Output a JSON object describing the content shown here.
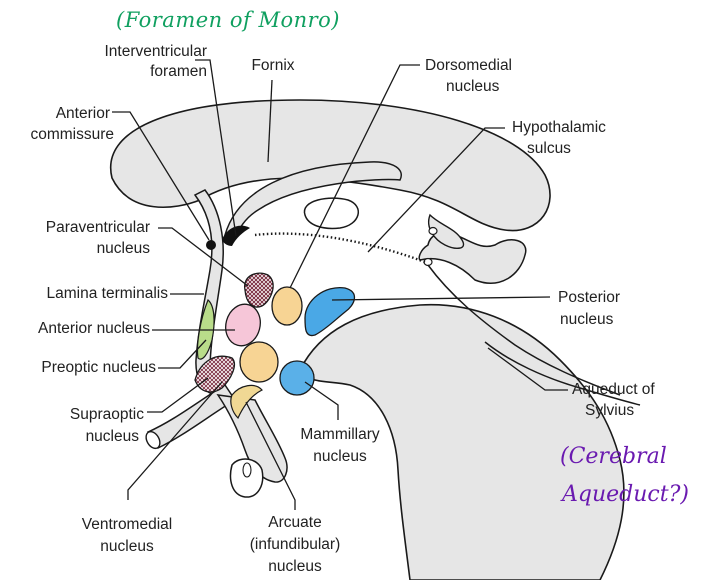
{
  "annotations": {
    "top_note": "(Foramen of Monro)",
    "right_note_line1": "(Cerebral",
    "right_note_line2": "Aqueduct?)"
  },
  "labels": {
    "interventricular_line1": "Interventricular",
    "interventricular_line2": "foramen",
    "fornix": "Fornix",
    "dorsomedial_line1": "Dorsomedial",
    "dorsomedial_line2": "nucleus",
    "anterior_commissure_line1": "Anterior",
    "anterior_commissure_line2": "commissure",
    "hypothalamic_sulcus_line1": "Hypothalamic",
    "hypothalamic_sulcus_line2": "sulcus",
    "paraventricular_line1": "Paraventricular",
    "paraventricular_line2": "nucleus",
    "lamina_terminalis": "Lamina terminalis",
    "anterior_nucleus": "Anterior nucleus",
    "preoptic_nucleus": "Preoptic nucleus",
    "supraoptic_line1": "Supraoptic",
    "supraoptic_line2": "nucleus",
    "posterior_line1": "Posterior",
    "posterior_line2": "nucleus",
    "aqueduct_line1": "Aqueduct of",
    "aqueduct_line2": "Sylvius",
    "mammillary_line1": "Mammillary",
    "mammillary_line2": "nucleus",
    "ventromedial_line1": "Ventromedial",
    "ventromedial_line2": "nucleus",
    "arcuate_line1": "Arcuate",
    "arcuate_line2": "(infundibular)",
    "arcuate_line3": "nucleus"
  },
  "colors": {
    "tissue_fill": "#e6e6e6",
    "outline": "#1a1a1a",
    "dorsomedial": "#f7d494",
    "anterior_nucleus": "#f6c6d8",
    "preoptic": "#b9dc8a",
    "posterior": "#4aa8e6",
    "mammillary": "#5ab0e8",
    "paraventricular": "#7a2c40",
    "arcuate": "#f0d894",
    "handwriting_green": "#10a060",
    "handwriting_purple": "#6a1ab0"
  }
}
